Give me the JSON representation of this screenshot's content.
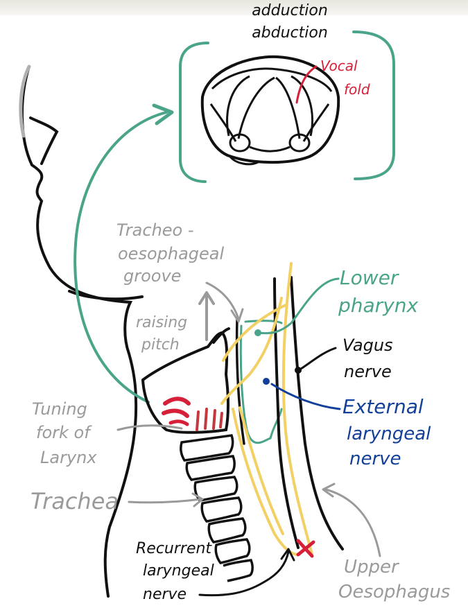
{
  "title": {
    "line1": "adduction",
    "line2": "abduction"
  },
  "labels": {
    "vocal_fold": [
      "Vocal",
      "fold"
    ],
    "tracheo_groove": [
      "Tracheo -",
      "oesophageal",
      "groove"
    ],
    "raising_pitch": [
      "raising",
      "pitch"
    ],
    "lower_pharynx": [
      "Lower",
      "pharynx"
    ],
    "vagus_nerve": [
      "Vagus",
      "nerve"
    ],
    "external_laryngeal_nerve": [
      "External",
      "laryngeal",
      "nerve"
    ],
    "tuning_fork": [
      "Tuning",
      "fork of",
      "Larynx"
    ],
    "trachea": [
      "Trachea"
    ],
    "recurrent_laryngeal_nerve": [
      "Recurrent",
      "laryngeal",
      "nerve"
    ],
    "upper_oesophagus": [
      "Upper",
      "Oesophagus"
    ]
  },
  "colors": {
    "green": "#4aa48a",
    "blue": "#123f97",
    "red": "#d6203a",
    "gray": "#9a9a9a",
    "yellow": "#f2d064",
    "black": "#111111"
  }
}
